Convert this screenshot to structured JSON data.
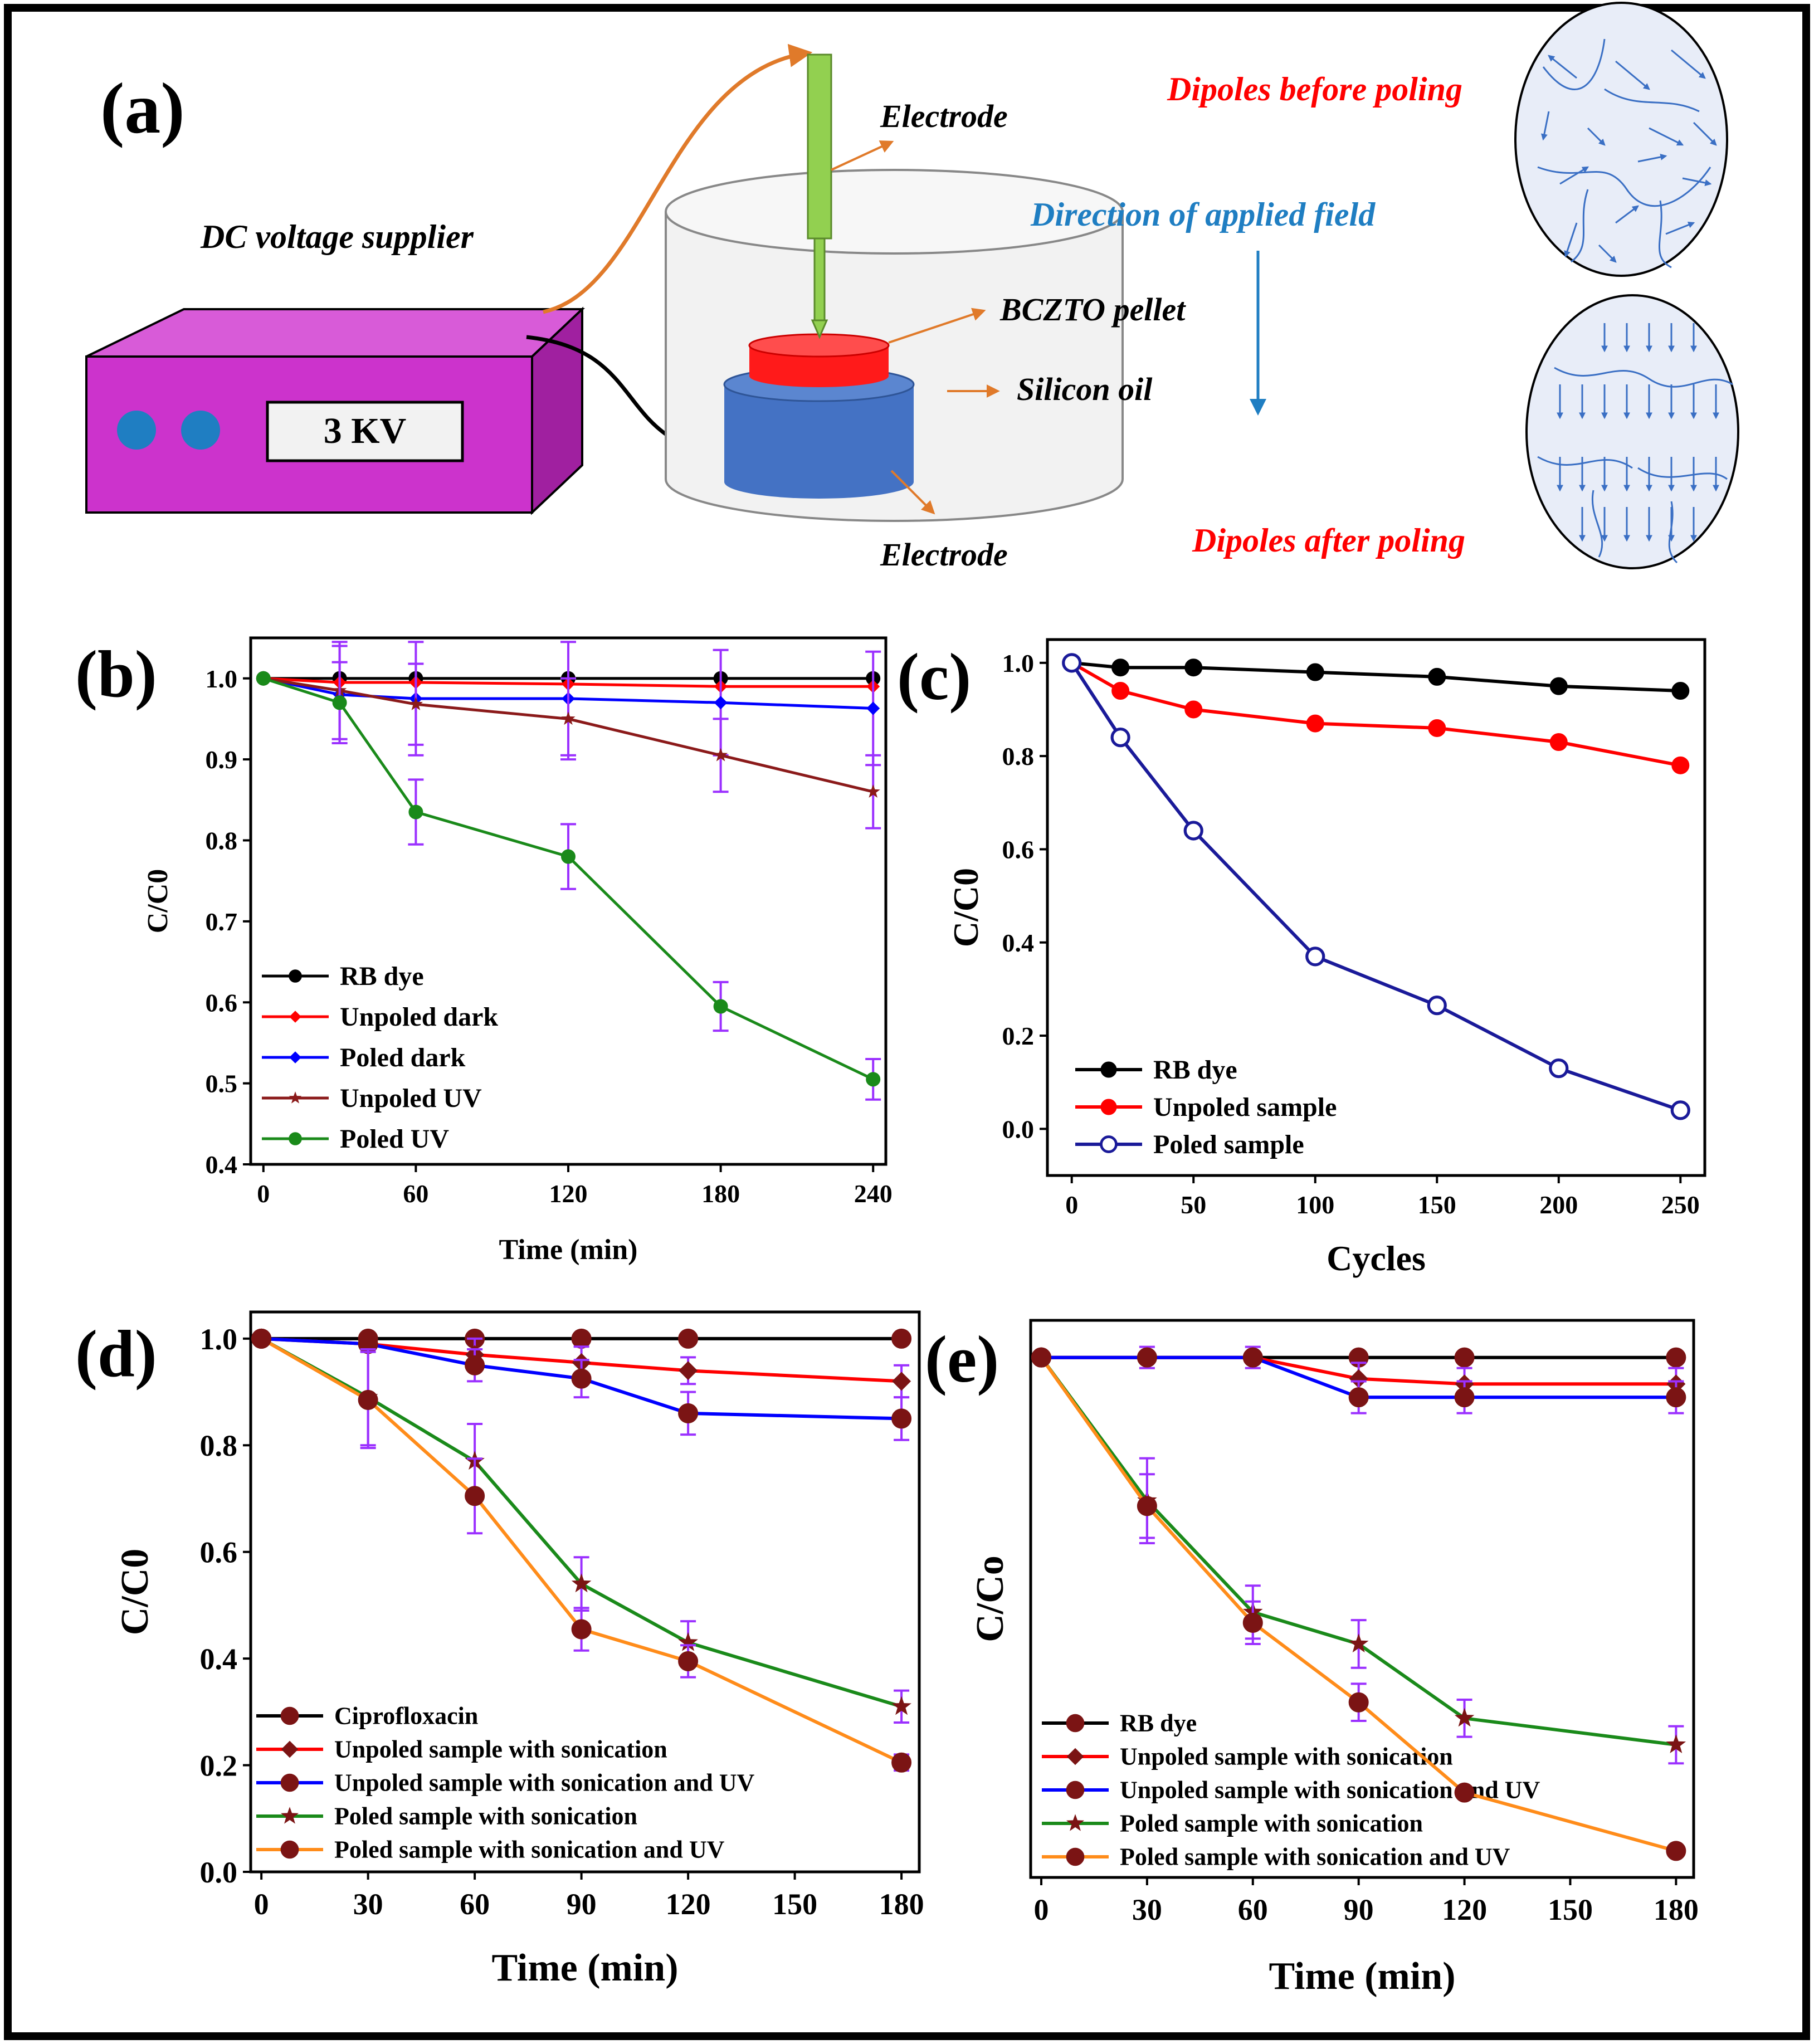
{
  "panel_a": {
    "label": "(a)",
    "supplier_label": "DC voltage supplier",
    "voltage_display": "3 KV",
    "electrode_top": "Electrode",
    "electrode_bottom": "Electrode",
    "pellet_label": "BCZTO pellet",
    "oil_label": "Silicon oil",
    "field_label": "Direction of applied field",
    "before_label": "Dipoles before poling",
    "after_label": "Dipoles after poling",
    "colors": {
      "box": "#cc33cc",
      "pellet": "#ff1a1a",
      "base": "#4472c4",
      "electrode": "#92d050",
      "red_text": "#ff0000",
      "blue_text": "#1f7ec2"
    }
  },
  "chart_data": [
    {
      "panel": "(b)",
      "type": "line",
      "xlabel": "Time (min)",
      "ylabel": "C/C0",
      "xlim": [
        -5,
        245
      ],
      "ylim": [
        0.4,
        1.05
      ],
      "xticks": [
        0,
        60,
        120,
        180,
        240
      ],
      "yticks": [
        0.4,
        0.5,
        0.6,
        0.7,
        0.8,
        0.9,
        1.0
      ],
      "x": [
        0,
        30,
        60,
        120,
        180,
        240
      ],
      "legend_position": "bottom-left",
      "series": [
        {
          "name": "RB dye",
          "color": "#000000",
          "marker": "circle",
          "values": [
            1.0,
            1.0,
            1.0,
            1.0,
            1.0,
            1.0
          ],
          "err": [
            0,
            0,
            0,
            0,
            0,
            0
          ]
        },
        {
          "name": "Unpoled dark",
          "color": "#ff0000",
          "marker": "diamond",
          "values": [
            1.0,
            0.995,
            0.995,
            0.993,
            0.99,
            0.99
          ],
          "err": [
            0,
            0,
            0,
            0,
            0,
            0
          ]
        },
        {
          "name": "Poled dark",
          "color": "#0000ff",
          "marker": "diamond",
          "values": [
            1.0,
            0.98,
            0.975,
            0.975,
            0.97,
            0.963
          ],
          "err": [
            0,
            0.06,
            0.07,
            0.07,
            0.065,
            0.07
          ]
        },
        {
          "name": "Unpoled UV",
          "color": "#8b1a1a",
          "marker": "star",
          "values": [
            1.0,
            0.985,
            0.968,
            0.95,
            0.905,
            0.86
          ],
          "err": [
            0,
            0.06,
            0.05,
            0.05,
            0.045,
            0.045
          ]
        },
        {
          "name": "Poled UV",
          "color": "#1a8a1a",
          "marker": "circle",
          "values": [
            1.0,
            0.97,
            0.835,
            0.78,
            0.595,
            0.505
          ],
          "err": [
            0,
            0.05,
            0.04,
            0.04,
            0.03,
            0.025
          ]
        }
      ]
    },
    {
      "panel": "(c)",
      "type": "line",
      "xlabel": "Cycles",
      "ylabel": "C/C0",
      "xlim": [
        -10,
        260
      ],
      "ylim": [
        -0.1,
        1.05
      ],
      "xticks": [
        0,
        50,
        100,
        150,
        200,
        250
      ],
      "yticks": [
        0.0,
        0.2,
        0.4,
        0.6,
        0.8,
        1.0
      ],
      "x": [
        0,
        20,
        50,
        100,
        150,
        200,
        250
      ],
      "legend_position": "bottom-left",
      "series": [
        {
          "name": "RB dye",
          "color": "#000000",
          "marker": "circle",
          "values": [
            1.0,
            0.99,
            0.99,
            0.98,
            0.97,
            0.95,
            0.94
          ]
        },
        {
          "name": "Unpoled sample",
          "color": "#ff0000",
          "marker": "circle",
          "values": [
            1.0,
            0.94,
            0.9,
            0.87,
            0.86,
            0.83,
            0.78
          ]
        },
        {
          "name": "Poled sample",
          "color": "#1a1a99",
          "marker": "ring",
          "values": [
            1.0,
            0.84,
            0.64,
            0.37,
            0.265,
            0.13,
            0.04
          ]
        }
      ]
    },
    {
      "panel": "(d)",
      "type": "line",
      "xlabel": "Time (min)",
      "ylabel": "C/C0",
      "xlim": [
        -3,
        185
      ],
      "ylim": [
        0.0,
        1.05
      ],
      "xticks": [
        0,
        30,
        60,
        90,
        120,
        150,
        180
      ],
      "yticks": [
        0.0,
        0.2,
        0.4,
        0.6,
        0.8,
        1.0
      ],
      "x": [
        0,
        30,
        60,
        90,
        120,
        180
      ],
      "legend_position": "bottom-left",
      "series": [
        {
          "name": "Ciprofloxacin",
          "color": "#000000",
          "marker": "circle",
          "values": [
            1.0,
            1.0,
            1.0,
            1.0,
            1.0,
            1.0
          ],
          "err": [
            0,
            0,
            0,
            0,
            0,
            0
          ]
        },
        {
          "name": "Unpoled sample with sonication",
          "color": "#ff0000",
          "marker": "diamond",
          "values": [
            1.0,
            0.99,
            0.97,
            0.955,
            0.94,
            0.92
          ],
          "err": [
            0,
            0,
            0.03,
            0.03,
            0.025,
            0.03
          ]
        },
        {
          "name": "Unpoled sample with sonication and UV",
          "color": "#0000ff",
          "marker": "circle",
          "values": [
            1.0,
            0.99,
            0.95,
            0.925,
            0.86,
            0.85
          ],
          "err": [
            0,
            0.01,
            0.03,
            0.035,
            0.04,
            0.04
          ]
        },
        {
          "name": "Poled sample with sonication",
          "color": "#1a8a1a",
          "marker": "star",
          "values": [
            1.0,
            0.89,
            0.77,
            0.54,
            0.43,
            0.31
          ],
          "err": [
            0,
            0.09,
            0.07,
            0.05,
            0.04,
            0.03
          ]
        },
        {
          "name": "Poled sample with sonication and UV",
          "color": "#ff8c1a",
          "marker": "circle",
          "values": [
            1.0,
            0.885,
            0.705,
            0.455,
            0.395,
            0.205
          ],
          "err": [
            0,
            0.09,
            0.07,
            0.04,
            0.03,
            0.015
          ]
        }
      ]
    },
    {
      "panel": "(e)",
      "type": "line",
      "xlabel": "Time (min)",
      "ylabel": "C/Co",
      "xlim": [
        -3,
        185
      ],
      "ylim": [
        0.0,
        1.05
      ],
      "xticks": [
        0,
        30,
        60,
        90,
        120,
        150,
        180
      ],
      "yticks": [],
      "x": [
        0,
        30,
        60,
        90,
        120,
        180
      ],
      "legend_position": "bottom-left",
      "series": [
        {
          "name": "RB dye",
          "color": "#000000",
          "marker": "circle",
          "values": [
            0.98,
            0.98,
            0.98,
            0.98,
            0.98,
            0.98
          ],
          "err": [
            0,
            0.02,
            0.02,
            0,
            0,
            0
          ]
        },
        {
          "name": "Unpoled sample with sonication",
          "color": "#ff0000",
          "marker": "diamond",
          "values": [
            0.98,
            0.98,
            0.98,
            0.94,
            0.93,
            0.93
          ],
          "err": [
            0,
            0,
            0,
            0.03,
            0.03,
            0.03
          ]
        },
        {
          "name": "Unpoled sample with sonication and UV",
          "color": "#0000ff",
          "marker": "circle",
          "values": [
            0.98,
            0.98,
            0.98,
            0.905,
            0.905,
            0.905
          ],
          "err": [
            0,
            0,
            0,
            0.03,
            0.03,
            0.03
          ]
        },
        {
          "name": "Poled sample with sonication",
          "color": "#1a8a1a",
          "marker": "star",
          "values": [
            0.98,
            0.71,
            0.5,
            0.44,
            0.3,
            0.25
          ],
          "err": [
            0,
            0.08,
            0.05,
            0.045,
            0.035,
            0.035
          ]
        },
        {
          "name": "Poled sample with sonication and UV",
          "color": "#ff8c1a",
          "marker": "circle",
          "values": [
            0.98,
            0.7,
            0.48,
            0.33,
            0.16,
            0.05
          ],
          "err": [
            0,
            0.06,
            0.04,
            0.035,
            0,
            0
          ]
        }
      ]
    }
  ]
}
